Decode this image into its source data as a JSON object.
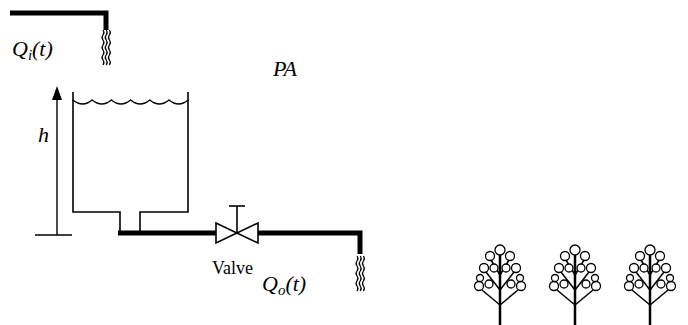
{
  "diagram": {
    "labels": [
      "Qi(t)",
      "PA",
      "h",
      "Valve",
      "Qo(t)"
    ]
  }
}
